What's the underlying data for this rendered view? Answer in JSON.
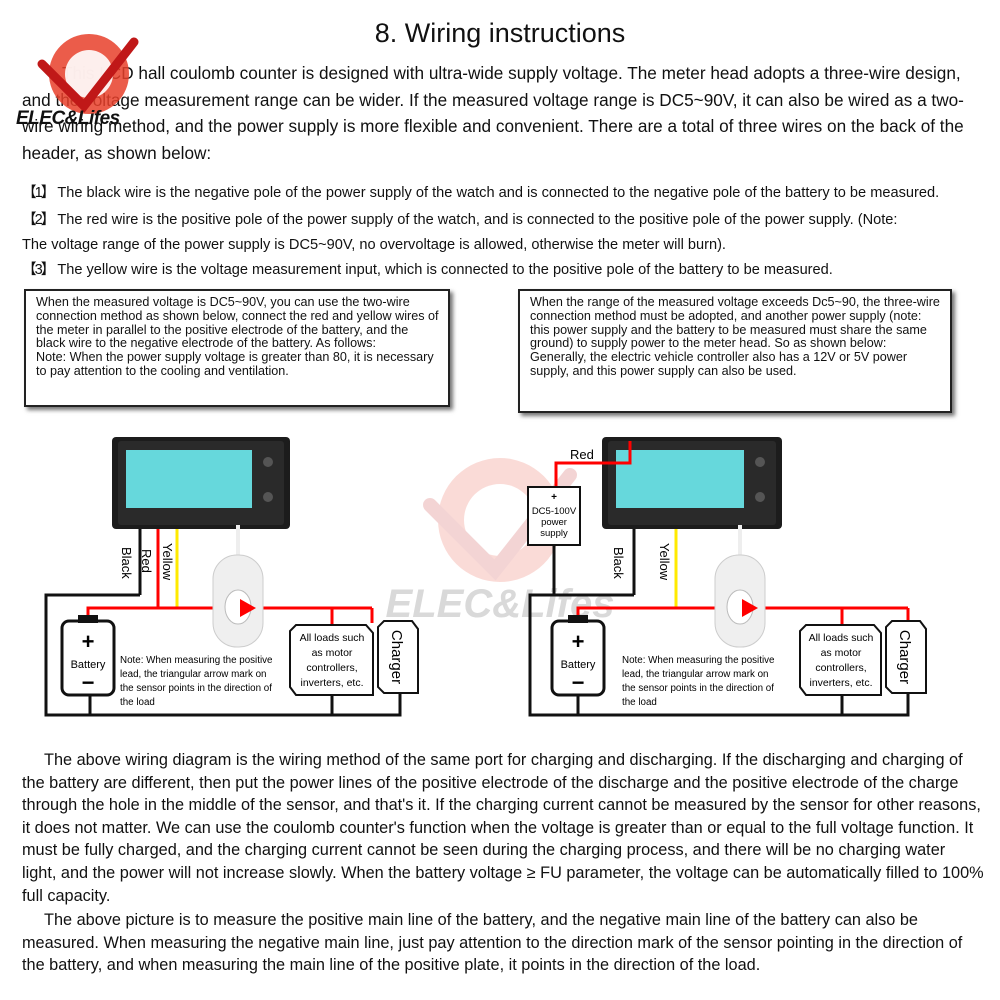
{
  "brand": {
    "name": "ELEC&Lifes",
    "accent": "#e8402a",
    "wire_red": "#ff0000",
    "wire_yellow": "#ffea00",
    "wire_black": "#111111"
  },
  "title": "8. Wiring instructions",
  "intro": "This LCD hall coulomb counter is designed with ultra-wide supply voltage. The meter head adopts a three-wire design, and the voltage measurement range can be wider. If the measured voltage range is DC5~90V, it can also be wired as a two-wire wiring method, and the power supply is more flexible and convenient. There are a total of three wires on the back of the header, as shown below:",
  "wires": [
    {
      "num": "【1】",
      "text": "The black wire is the negative pole of the power supply of the watch and is connected to the negative pole of the battery to be measured."
    },
    {
      "num": "【2】",
      "text": "The red wire is the positive pole of the power supply of the watch, and is connected to the positive pole of the power supply. (Note:",
      "text2": "The voltage range of the power supply is DC5~90V, no overvoltage is allowed, otherwise the meter will burn)."
    },
    {
      "num": "【3】",
      "text": "The yellow wire is the voltage measurement input, which is connected to the positive pole of the battery to be measured."
    }
  ],
  "boxes": {
    "left": {
      "p1": "When the measured voltage is DC5~90V, you can use the two-wire connection method as shown below, connect the red and yellow wires of the meter in parallel to the positive electrode of the battery, and the black wire to the negative electrode of the battery. As follows:",
      "p2": "Note: When the power supply voltage is greater than 80, it is necessary to pay attention to the cooling and ventilation."
    },
    "right": {
      "p1": "When the range of the measured voltage exceeds Dc5~90, the three-wire connection method must be adopted, and another power supply (note: this power supply and the battery to be measured must share the same ground) to supply power to the meter head. So as shown below:",
      "p2": "Generally, the electric vehicle controller also has a 12V or 5V power supply, and this power supply can also be used."
    }
  },
  "diagram": {
    "labels": {
      "black": "Black",
      "red": "Red",
      "yellow": "Yellow",
      "battery": "Battery",
      "charger": "Charger",
      "plus": "+",
      "minus": "−"
    },
    "loads": [
      "All loads such",
      "as motor",
      "controllers,",
      "inverters, etc."
    ],
    "note": [
      "Note: When measuring the positive",
      "lead, the triangular arrow mark on",
      "the sensor points in the direction of",
      "the load"
    ],
    "power_supply": [
      "+",
      "DC5-100V",
      "power",
      "supply"
    ],
    "watermark": "ELEC&Lifes"
  },
  "paragraphs": [
    "The above wiring diagram is the wiring method of the same port for charging and discharging. If the discharging and charging of the battery are different, then put the power lines of the positive electrode of the discharge and the positive electrode of the charge through the hole in the middle of the sensor, and that's it. If the charging current cannot be measured by the sensor for other reasons, it does not matter. We can use the coulomb counter's function when the voltage is greater than or equal to the full voltage function. It must be fully charged, and the charging current cannot be seen during the charging process, and there will be no charging water light, and the power will not increase slowly. When the battery voltage ≥ FU parameter, the voltage can be automatically filled to 100% full capacity.",
    "The above picture is to measure the positive main line of the battery, and the negative main line of the battery can also be measured. When measuring the negative main line, just pay attention to the direction mark of the sensor pointing in the direction of the battery, and when measuring the main line of the positive plate, it points in the direction of the load."
  ]
}
